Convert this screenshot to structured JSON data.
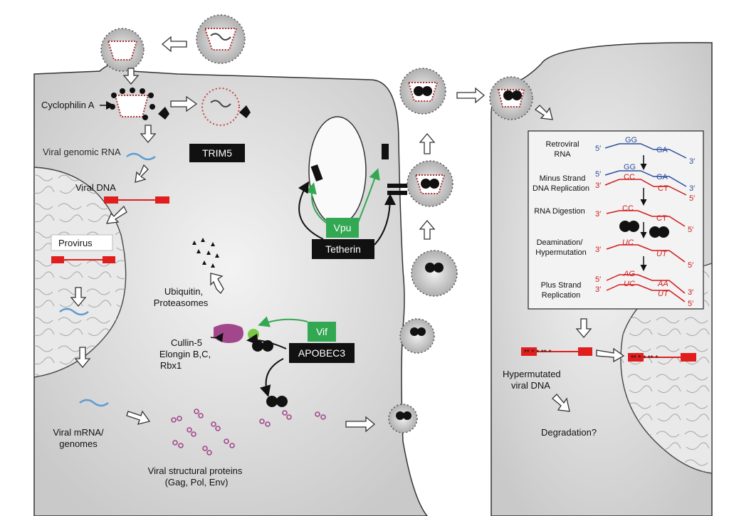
{
  "labels": {
    "cyclophilin": "Cyclophilin A",
    "viral_genomic_rna": "Viral genomic RNA",
    "viral_dna": "Viral DNA",
    "provirus": "Provirus",
    "ubiquitin_1": "Ubiquitin,",
    "ubiquitin_2": "Proteasomes",
    "cullin_1": "Cullin-5",
    "cullin_2": "Elongin B,C,",
    "cullin_3": "Rbx1",
    "viral_mrna_1": "Viral mRNA/",
    "viral_mrna_2": "genomes",
    "structural_1": "Viral structural proteins",
    "structural_2": "(Gag, Pol, Env)",
    "hypermutated_1": "Hypermutated",
    "hypermutated_2": "viral DNA",
    "degradation": "Degradation?"
  },
  "boxes": {
    "trim5": "TRIM5",
    "vpu": "Vpu",
    "tetherin": "Tetherin",
    "vif": "Vif",
    "apobec3": "APOBEC3"
  },
  "inset": {
    "step1_1": "Retroviral",
    "step1_2": "RNA",
    "step2_1": "Minus Strand",
    "step2_2": "DNA Replication",
    "step3": "RNA Digestion",
    "step4_1": "Deamination/",
    "step4_2": "Hypermutation",
    "step5_1": "Plus Strand",
    "step5_2": "Replication",
    "five_prime": "5′",
    "three_prime": "3′",
    "gg": "GG",
    "ga": "GA",
    "cc": "CC",
    "ct": "CT",
    "uc": "UC",
    "ut": "UT",
    "ag": "AG",
    "aa": "AA"
  },
  "colors": {
    "cell": "#d9d9d9",
    "nucleus": "#eaeaea",
    "green": "#33a852",
    "red": "#e01e1e",
    "blue": "#5d9bd3",
    "magenta": "#a3478c"
  }
}
